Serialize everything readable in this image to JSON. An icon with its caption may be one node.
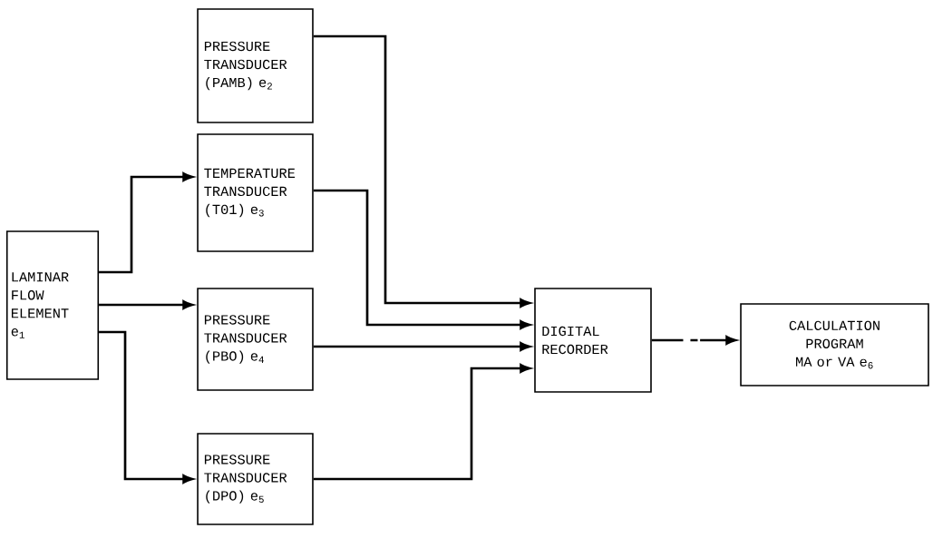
{
  "diagram": {
    "nodes": [
      {
        "text": [
          "LAMINAR FLOW ELEMENT e$_{1}$"
        ]
      },
      {
        "text": [
          "PRESSURE TRANSDUCER (PAMB) e$_{2}$"
        ]
      },
      {
        "text": [
          "TEMPERATURE TRANSDUCER (T01) e$_{3}$"
        ]
      },
      {
        "text": [
          "PRESSURE TRANSDUCER (PBO) e$_{4}$"
        ]
      },
      {
        "text": [
          "PRESSURE TRANSDUCER (DPO) e$_{5}$"
        ]
      },
      {
        "text": [
          "DIGITAL RECORDER"
        ]
      },
      {
        "text": [
          "CALCULATION PROGRAM MA or VA e$_{6}$"
        ]
      }
    ],
    "edges": [
      {
        "from": 0,
        "to": 2,
        "arrow": "to"
      },
      {
        "from": 0,
        "to": 3,
        "arrow": "to"
      },
      {
        "from": 0,
        "to": 4,
        "arrow": "to"
      },
      {
        "from": 1,
        "to": 5,
        "arrow": "to"
      },
      {
        "from": 2,
        "to": 5,
        "arrow": "to"
      },
      {
        "from": 3,
        "to": 5,
        "arrow": "to"
      },
      {
        "from": 4,
        "to": 5,
        "arrow": "to"
      },
      {
        "from": 5,
        "to": 6,
        "arrow": "to",
        "style": "dashed"
      }
    ]
  }
}
